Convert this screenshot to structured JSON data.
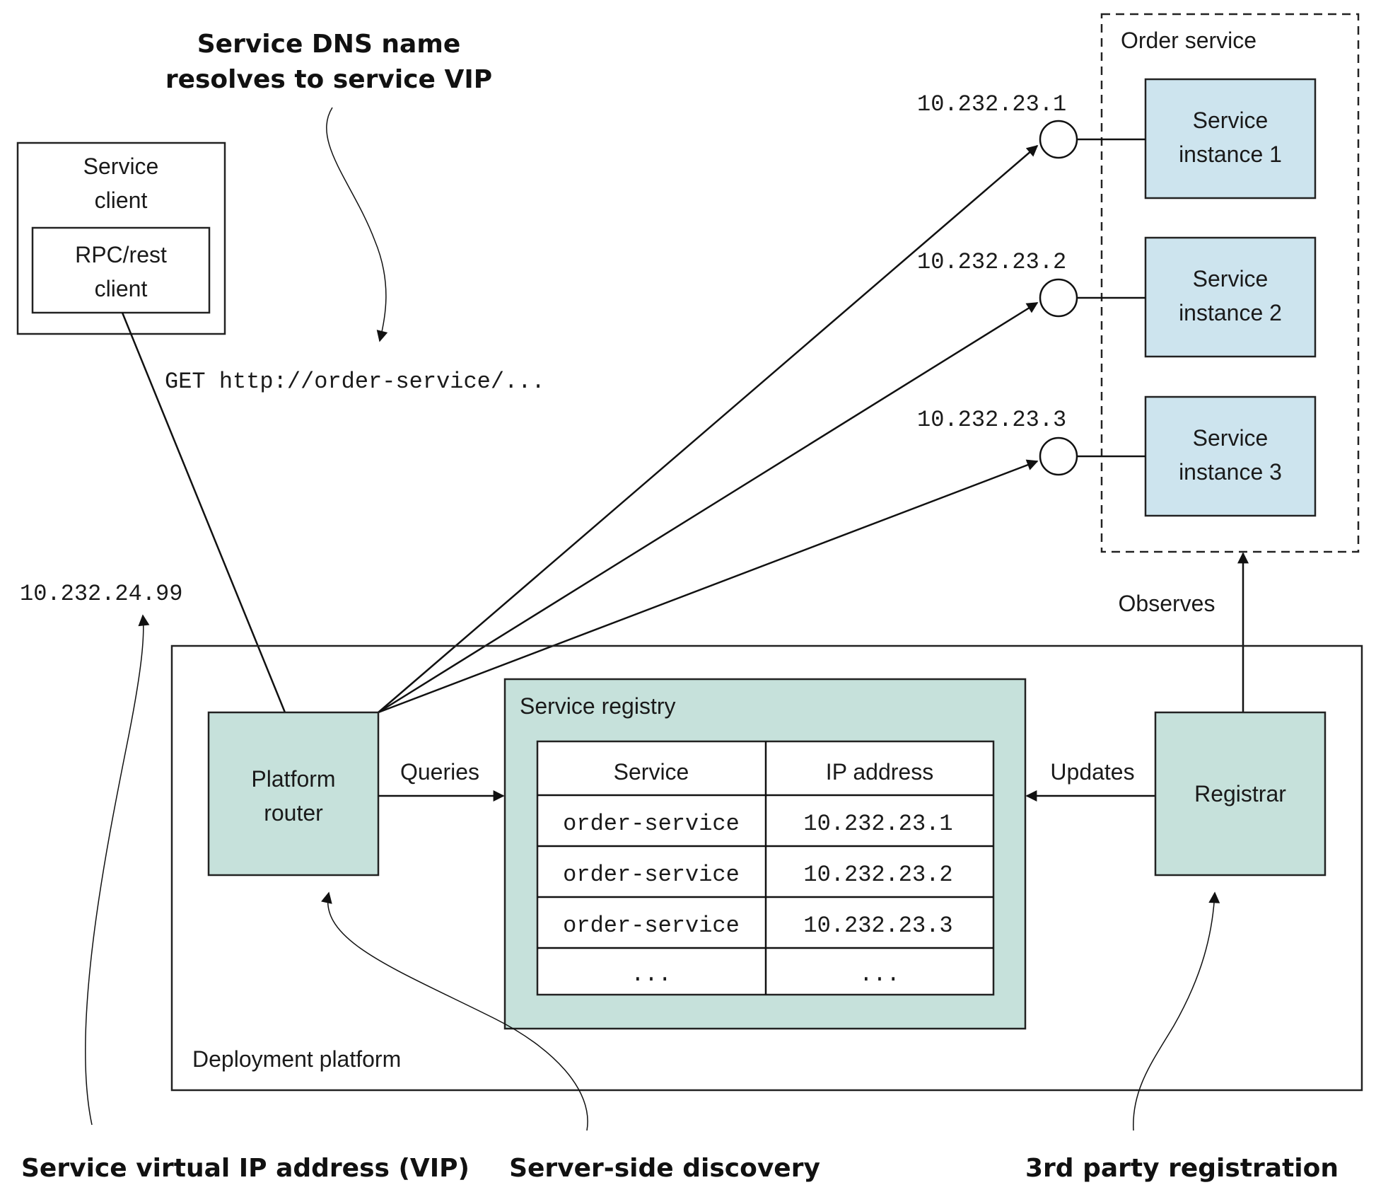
{
  "annotations": {
    "dns_line1": "Service DNS name",
    "dns_line2": "resolves to service VIP",
    "vip": "Service virtual IP address (VIP)",
    "server_side": "Server-side discovery",
    "third_party": "3rd party registration"
  },
  "client": {
    "title_line1": "Service",
    "title_line2": "client",
    "rpc_line1": "RPC/rest",
    "rpc_line2": "client"
  },
  "request_label": "GET http://order-service/...",
  "vip_address": "10.232.24.99",
  "order_service": {
    "title": "Order service",
    "instances": [
      {
        "line1": "Service",
        "line2": "instance 1",
        "ip": "10.232.23.1"
      },
      {
        "line1": "Service",
        "line2": "instance 2",
        "ip": "10.232.23.2"
      },
      {
        "line1": "Service",
        "line2": "instance 3",
        "ip": "10.232.23.3"
      }
    ]
  },
  "observes_label": "Observes",
  "deployment_platform": {
    "title": "Deployment platform",
    "router_line1": "Platform",
    "router_line2": "router",
    "queries_label": "Queries",
    "updates_label": "Updates",
    "registrar": "Registrar"
  },
  "registry": {
    "title": "Service registry",
    "headers": [
      "Service",
      "IP address"
    ],
    "rows": [
      [
        "order-service",
        "10.232.23.1"
      ],
      [
        "order-service",
        "10.232.23.2"
      ],
      [
        "order-service",
        "10.232.23.3"
      ],
      [
        "...",
        "..."
      ]
    ]
  }
}
